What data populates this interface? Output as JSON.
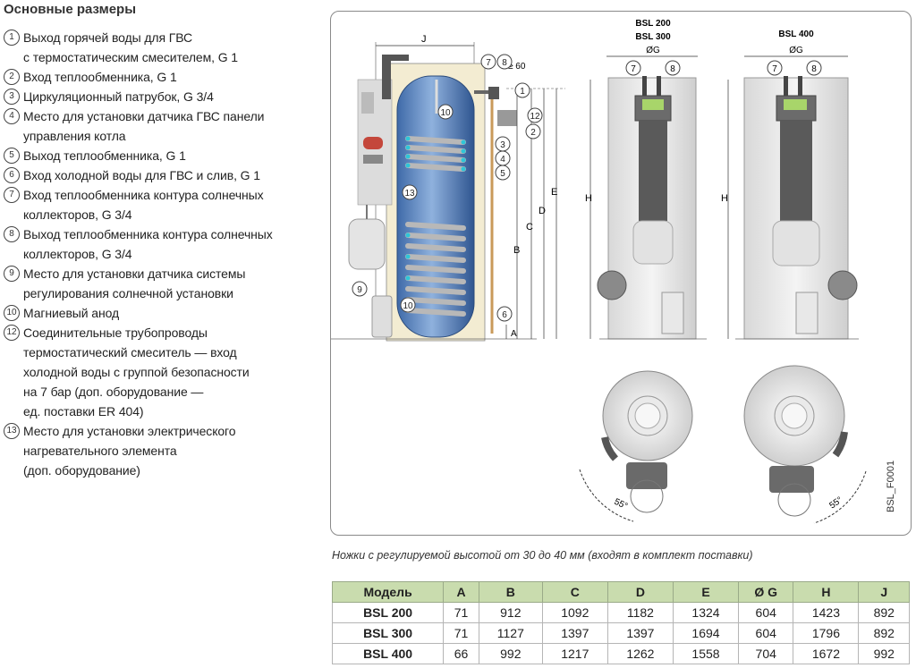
{
  "title": "Основные размеры",
  "legend": [
    {
      "num": "1",
      "text": "Выход горячей воды для ГВС\nс термостатическим смесителем, G 1"
    },
    {
      "num": "2",
      "text": "Вход теплообменника, G 1"
    },
    {
      "num": "3",
      "text": "Циркуляционный патрубок, G 3/4"
    },
    {
      "num": "4",
      "text": "Место для установки датчика ГВС панели\nуправления котла"
    },
    {
      "num": "5",
      "text": "Выход теплообменника, G 1"
    },
    {
      "num": "6",
      "text": "Вход холодной воды для ГВС и слив, G 1"
    },
    {
      "num": "7",
      "text": "Вход теплообменника контура солнечных\nколлекторов, G 3/4"
    },
    {
      "num": "8",
      "text": "Выход теплообменника контура солнечных\nколлекторов, G 3/4"
    },
    {
      "num": "9",
      "text": "Место для установки датчика системы\nрегулирования солнечной установки"
    },
    {
      "num": "10",
      "text": "Магниевый анод"
    },
    {
      "num": "12",
      "text": "Соединительные трубопроводы\nтермостатический смеситель — вход\nхолодной воды с группой безопасности\nна 7 бар (доп. оборудование —\nед. поставки ER 404)"
    },
    {
      "num": "13",
      "text": "Место для установки электрического\nнагревательного элемента\n(доп. оборудование)"
    }
  ],
  "figure": {
    "code": "BSL_F0001",
    "dim_j": "J",
    "dim_60": "≥ 60",
    "dims_vertical": [
      "E",
      "D",
      "C",
      "B",
      "A"
    ],
    "dim_h": "H",
    "model_label_1": "BSL 200",
    "model_label_2": "BSL 300",
    "model_label_3": "BSL 400",
    "dim_g": "ØG",
    "angle": "55°",
    "callouts": [
      "1",
      "2",
      "3",
      "4",
      "5",
      "6",
      "7",
      "8",
      "9",
      "10",
      "12",
      "13"
    ]
  },
  "caption": "Ножки с регулируемой высотой от 30 до 40 мм (входят в комплект поставки)",
  "table": {
    "headers": [
      "Модель",
      "A",
      "B",
      "C",
      "D",
      "E",
      "Ø G",
      "H",
      "J"
    ],
    "rows": [
      [
        "BSL 200",
        "71",
        "912",
        "1092",
        "1182",
        "1324",
        "604",
        "1423",
        "892"
      ],
      [
        "BSL 300",
        "71",
        "1127",
        "1397",
        "1397",
        "1694",
        "604",
        "1796",
        "892"
      ],
      [
        "BSL 400",
        "66",
        "992",
        "1217",
        "1262",
        "1558",
        "704",
        "1672",
        "992"
      ]
    ]
  }
}
